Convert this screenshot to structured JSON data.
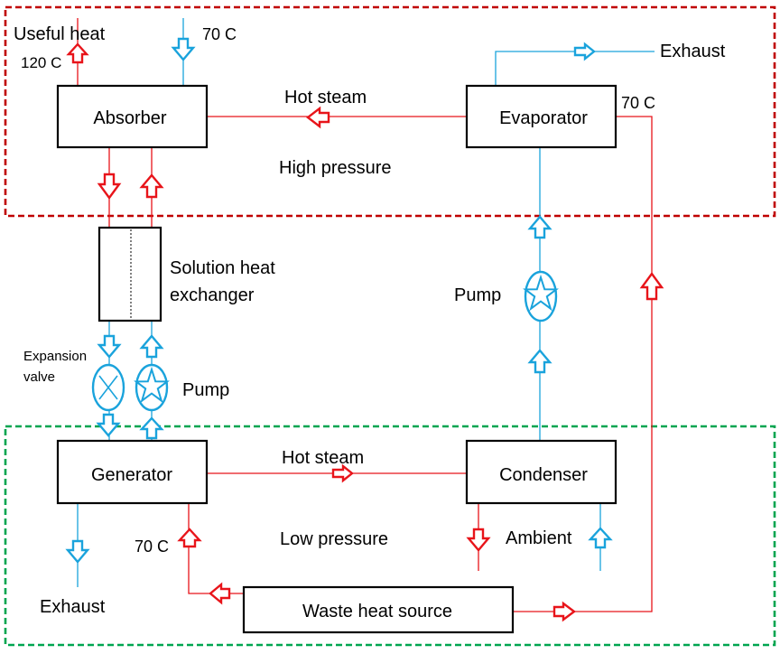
{
  "labels": {
    "useful_heat": "Useful heat",
    "temp_120c": "120 C",
    "inlet_70c": "70 C",
    "exhaust_top": "Exhaust",
    "hot_steam_top": "Hot steam",
    "evaporator_temp_70c": "70 C",
    "high_pressure": "High pressure",
    "solution_hx_line1": "Solution heat",
    "solution_hx_line2": "exchanger",
    "pump_right": "Pump",
    "expansion_line1": "Expansion",
    "expansion_line2": "valve",
    "pump_left": "Pump",
    "hot_steam_bottom": "Hot steam",
    "low_pressure": "Low pressure",
    "ambient": "Ambient",
    "generator_temp_70c": "70 C",
    "exhaust_bottom": "Exhaust"
  },
  "blocks": {
    "absorber": "Absorber",
    "evaporator": "Evaporator",
    "generator": "Generator",
    "condenser": "Condenser",
    "waste_heat": "Waste heat source"
  },
  "colors": {
    "hot_flow": "#e8141a",
    "cold_flow": "#1aa3dc",
    "high_pressure_zone": "#c00000",
    "low_pressure_zone": "#00a550"
  }
}
